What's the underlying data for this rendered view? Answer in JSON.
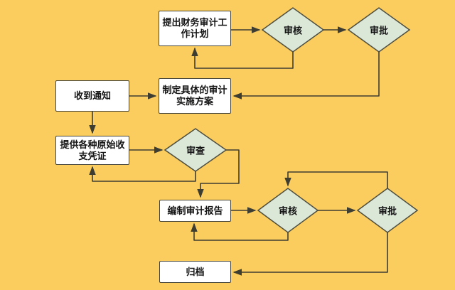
{
  "figure": {
    "type": "flowchart",
    "subject": "financial-audit-process"
  },
  "theme": {
    "bg": "#fbcd5f",
    "node-fill": "#ffffff",
    "node-border": "#45443a",
    "diamond-fill": "#dbe8d8",
    "diamond-border": "#4e4d3d",
    "line": "#3e3d32",
    "text": "#141414"
  },
  "nodes": [
    {
      "id": "propose-plan",
      "shape": "rect",
      "label": "提出财务审计工\n作计划"
    },
    {
      "id": "review-1",
      "shape": "diamond",
      "label": "审核"
    },
    {
      "id": "approve-1",
      "shape": "diamond",
      "label": "审批"
    },
    {
      "id": "receive-notice",
      "shape": "rect",
      "label": "收到通知"
    },
    {
      "id": "draft-implementation",
      "shape": "rect",
      "label": "制定具体的审计\n实施方案"
    },
    {
      "id": "provide-vouchers",
      "shape": "rect",
      "label": "提供各种原始收\n支凭证"
    },
    {
      "id": "examine",
      "shape": "diamond",
      "label": "审查"
    },
    {
      "id": "prepare-report",
      "shape": "rect",
      "label": "编制审计报告"
    },
    {
      "id": "review-2",
      "shape": "diamond",
      "label": "审核"
    },
    {
      "id": "approve-2",
      "shape": "diamond",
      "label": "审批"
    },
    {
      "id": "archive",
      "shape": "rect",
      "label": "归档"
    }
  ]
}
